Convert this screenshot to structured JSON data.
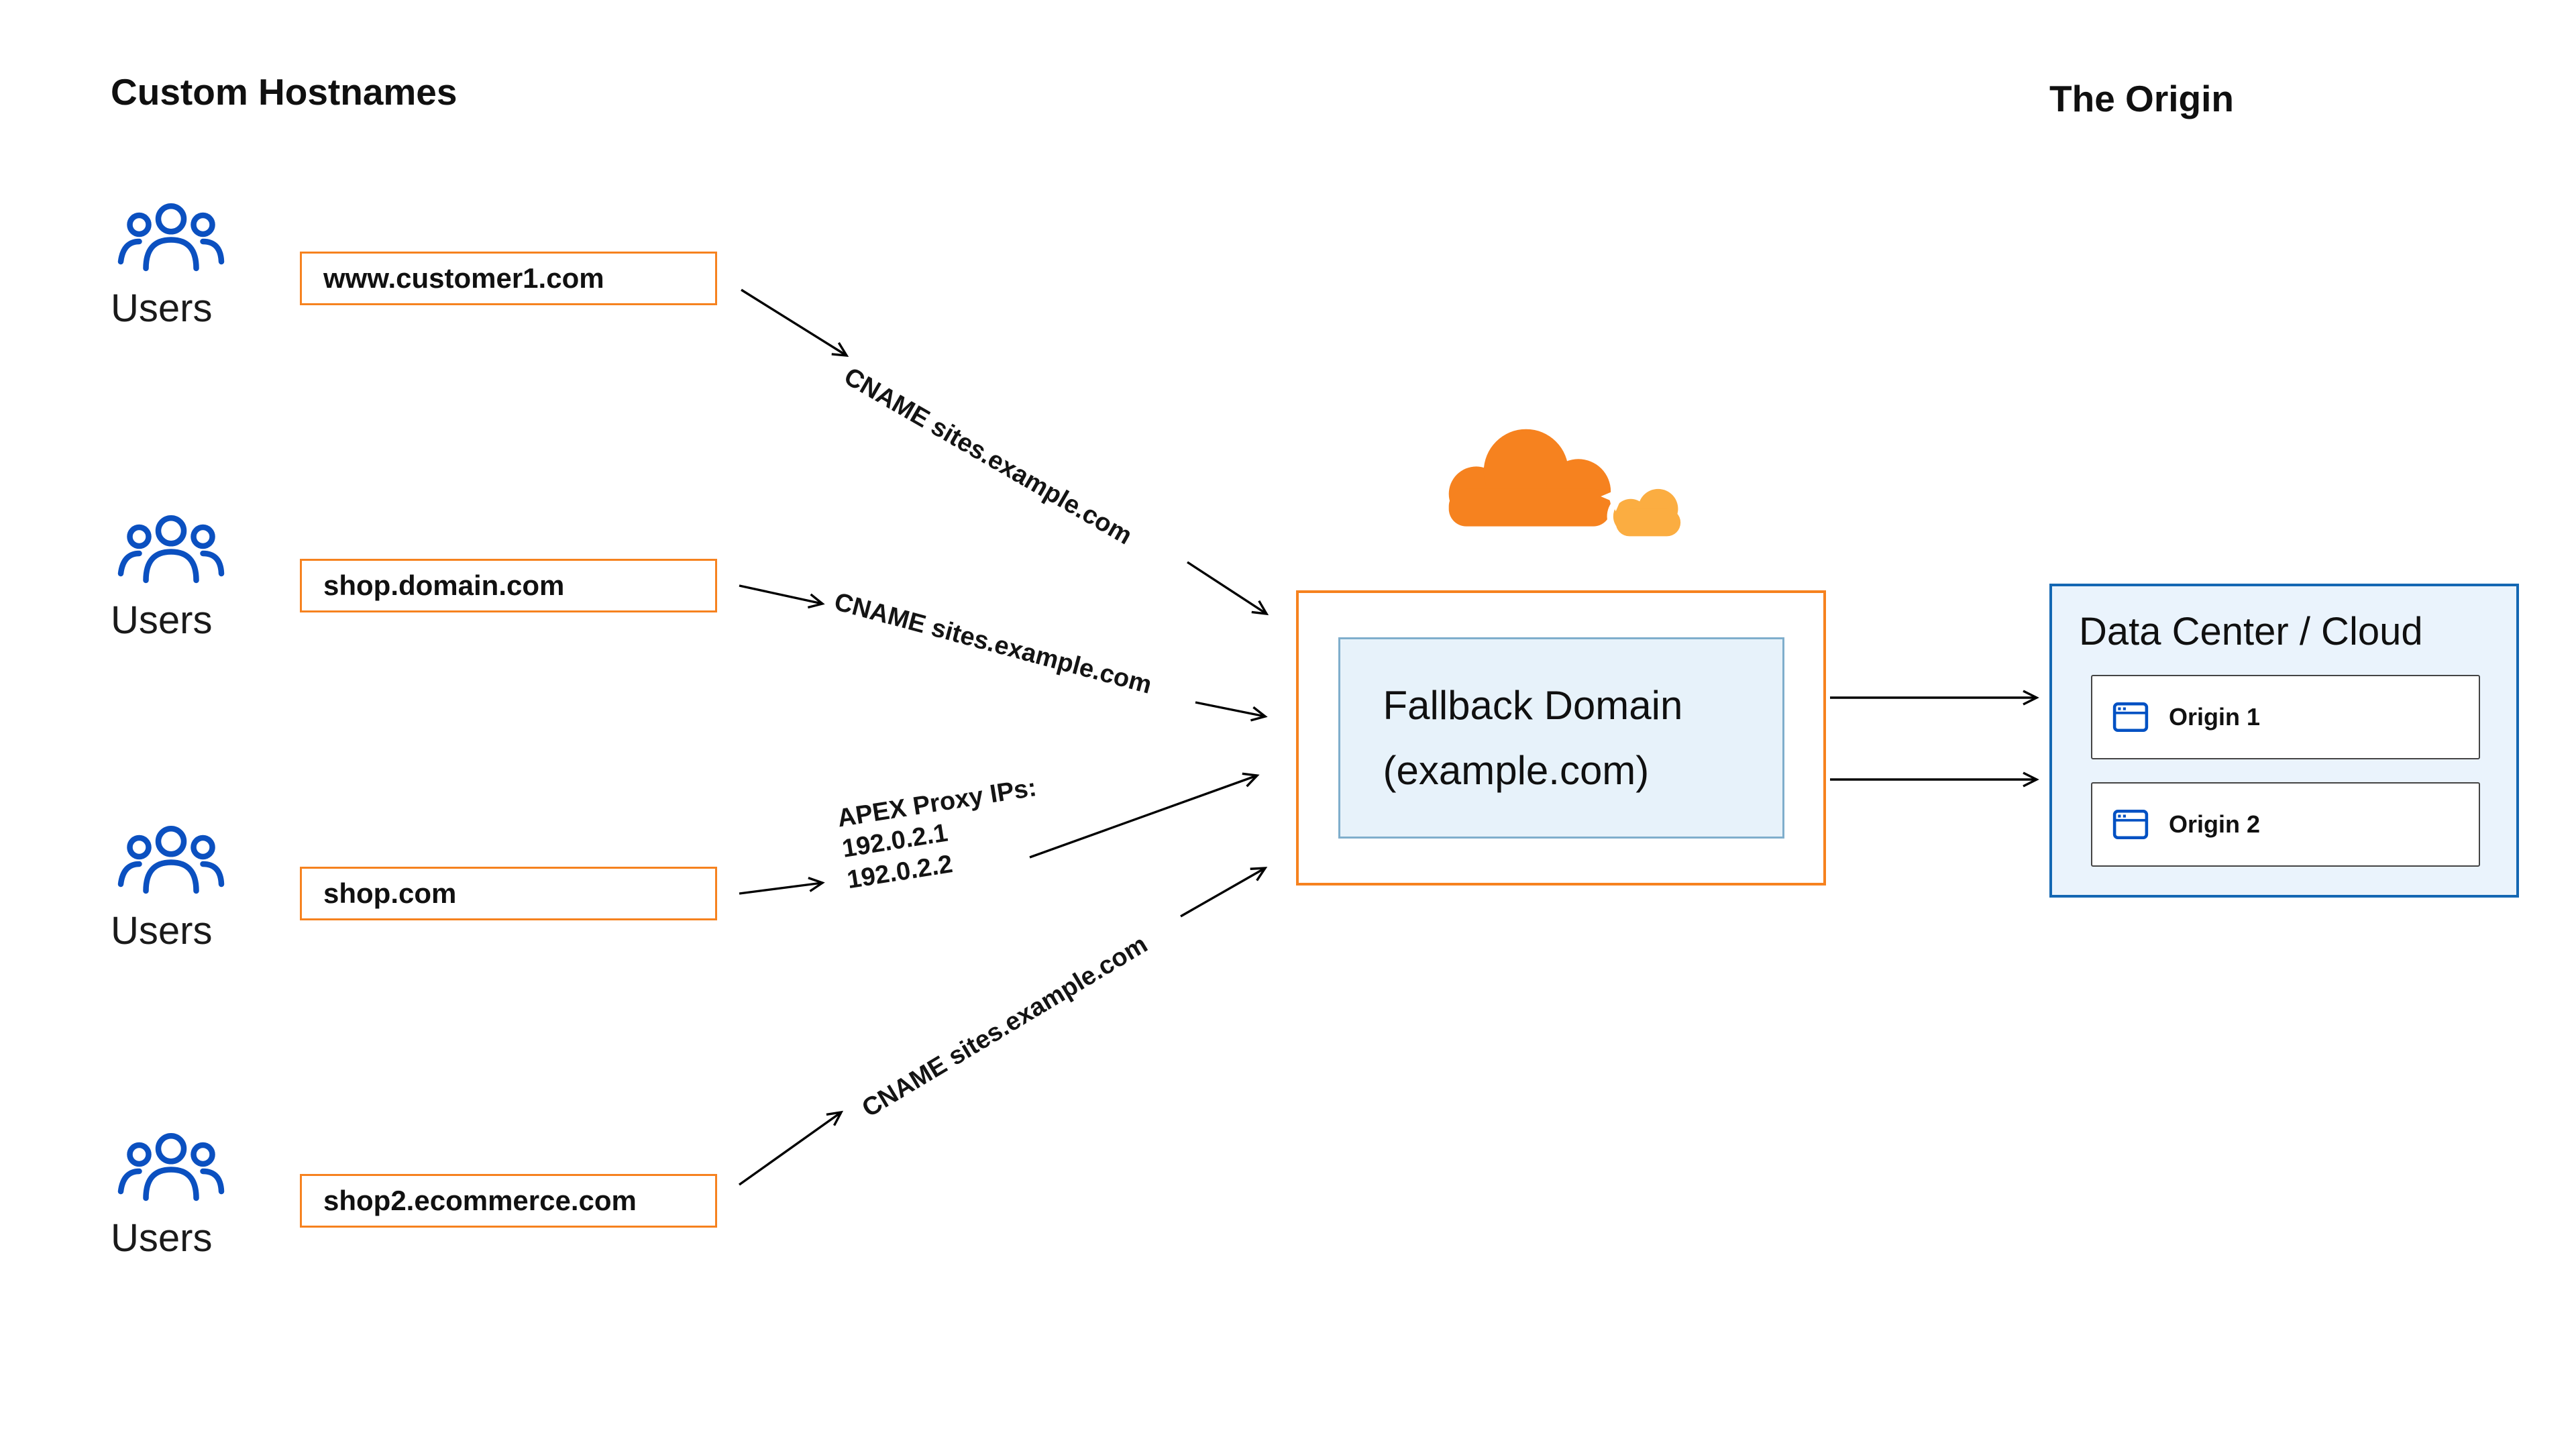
{
  "diagram": {
    "left_title": "Custom Hostnames",
    "right_title": "The Origin",
    "rows": [
      {
        "users_label": "Users",
        "hostname": "www.customer1.com"
      },
      {
        "users_label": "Users",
        "hostname": "shop.domain.com"
      },
      {
        "users_label": "Users",
        "hostname": "shop.com"
      },
      {
        "users_label": "Users",
        "hostname": "shop2.ecommerce.com"
      }
    ],
    "edge_labels": [
      {
        "text": "CNAME sites.example.com"
      },
      {
        "text": "CNAME sites.example.com"
      },
      {
        "line1": "APEX Proxy IPs:",
        "line2": "192.0.2.1",
        "line3": "192.0.2.2"
      },
      {
        "text": "CNAME sites.example.com"
      }
    ],
    "fallback_box": {
      "line1": "Fallback Domain",
      "line2": "(example.com)"
    },
    "origin_panel": {
      "title": "Data Center / Cloud",
      "origins": [
        {
          "label": "Origin 1",
          "icon": "browser-window-icon"
        },
        {
          "label": "Origin 2",
          "icon": "browser-window-icon"
        }
      ]
    },
    "icons": {
      "users": "users-icon",
      "cloudflare": "cloudflare-cloud-icon"
    },
    "colors": {
      "accent_orange": "#F6821F",
      "accent_orange_light": "#FBAD41",
      "user_icon_blue": "#0B50C0",
      "panel_fill_blue": "#EAF3FC",
      "panel_border_blue": "#1467B3",
      "fallback_inner_fill": "#E7F2FA",
      "fallback_inner_border": "#7FAECC",
      "arrow_black": "#000000"
    }
  }
}
